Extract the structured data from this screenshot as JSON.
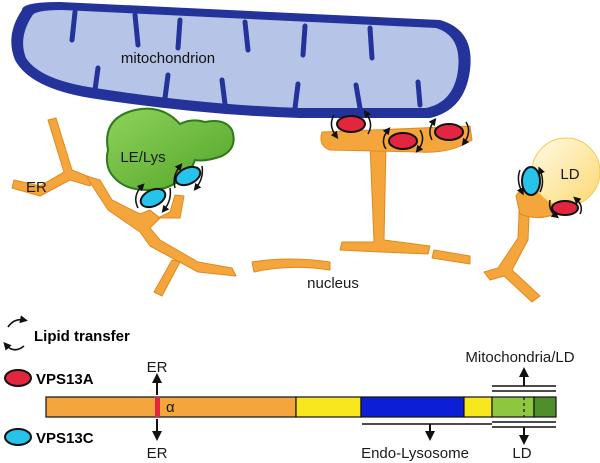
{
  "labels": {
    "mitochondrion": "mitochondrion",
    "le_lys": "LE/Lys",
    "er": "ER",
    "ld": "LD",
    "nucleus": "nucleus"
  },
  "legend": {
    "lipid_transfer": "Lipid transfer",
    "vps13a": "VPS13A",
    "vps13c": "VPS13C"
  },
  "domain_bar": {
    "alpha": "α",
    "er_top": "ER",
    "er_bottom": "ER",
    "mito_ld": "Mitochondria/LD",
    "endo_lysosome": "Endo-Lysosome",
    "ld_bottom": "LD"
  },
  "colors": {
    "vps13a_fill": "#e3263d",
    "vps13c_fill": "#27c3ea",
    "er_fill": "#f4a53c",
    "mito_fill": "#b6c4e8",
    "mito_edge": "#24339a",
    "lys_fill": "#6dbb3f",
    "ld_fill": "#fde68a",
    "bar_orange": "#f5a53d",
    "bar_yellow": "#f7e71c",
    "bar_blue": "#0a1fd6",
    "bar_lightgreen": "#8dc63f",
    "bar_darkgreen": "#4f8f2a"
  }
}
